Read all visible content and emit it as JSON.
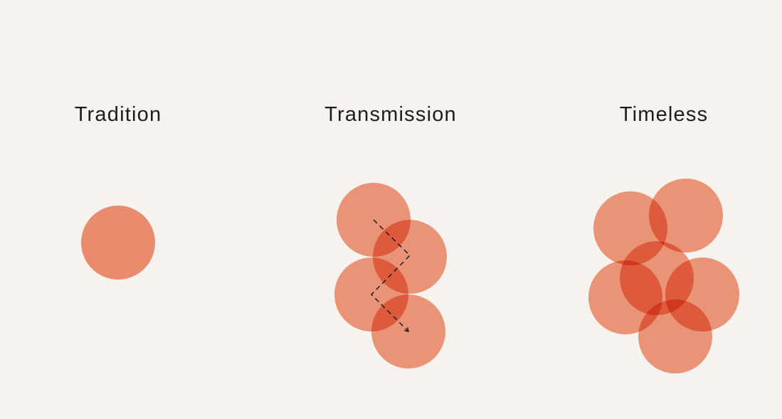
{
  "panels": [
    {
      "title": "Tradition"
    },
    {
      "title": "Transmission"
    },
    {
      "title": "Timeless"
    }
  ],
  "colors": {
    "background": "#f6f3ef",
    "circle_fill": "#f08a68",
    "text": "#1d1d1d",
    "arrow": "#1d1d1d"
  },
  "arrow_style": "dashed-zigzag"
}
